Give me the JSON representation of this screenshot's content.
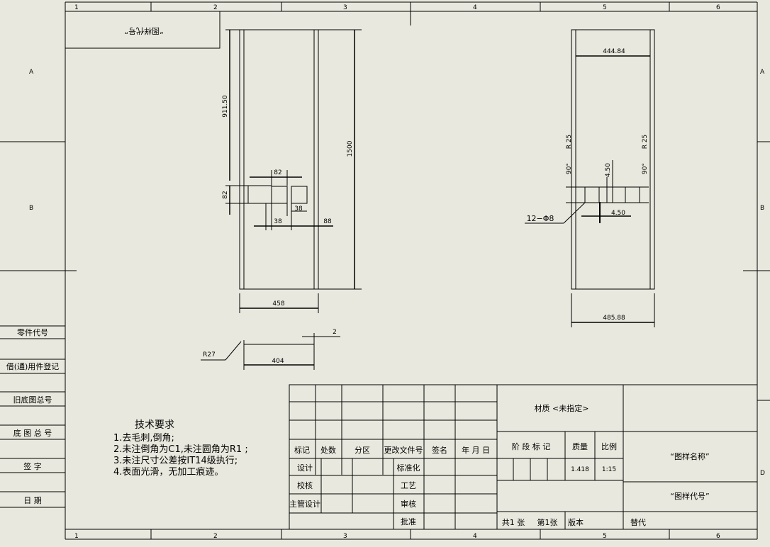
{
  "sheet": {
    "background": "#e9e8de",
    "line_color": "#000000",
    "col_zones": [
      "1",
      "2",
      "3",
      "4",
      "5",
      "6"
    ],
    "row_zones_left": [
      "A",
      "B"
    ],
    "row_zones_right": [
      "A",
      "B",
      "D"
    ]
  },
  "corner_box": {
    "text": "“图样代号”"
  },
  "views": {
    "front": {
      "dim_911": "911.50",
      "dim_1500": "1500",
      "dim_82_top": "82",
      "dim_82_left": "82",
      "dim_38a": "38",
      "dim_38b": "38",
      "dim_88": "88",
      "dim_458": "458"
    },
    "side": {
      "dim_444": "444.84",
      "dim_r25_left": "R 25",
      "dim_r25_right": "R 25",
      "dim_90_left": "90°",
      "dim_90_right": "90°",
      "dim_450_v": "4.50",
      "dim_450_h": "4.50",
      "dim_hole": "12−Φ8",
      "dim_485": "485.88"
    },
    "profile": {
      "dim_r27": "R27",
      "dim_2": "2",
      "dim_404": "404"
    }
  },
  "left_panel": [
    "零件代号",
    "借(通)用件登记",
    "旧底图总号",
    "底 图 总 号",
    "签   字",
    "日   期"
  ],
  "tech": {
    "title": "技术要求",
    "items": [
      "1.去毛刺,倒角;",
      "2.未注倒角为C1,未注圆角为R1 ;",
      "3.未注尺寸公差按IT14级执行;",
      "4.表面光滑，无加工痕迹。"
    ]
  },
  "title_block": {
    "rev_headers": [
      "标记",
      "处数",
      "分区",
      "更改文件号",
      "签名",
      "年 月 日"
    ],
    "row_labels": [
      "设计",
      "校核",
      "主管设计"
    ],
    "mid_labels": [
      "标准化",
      "工艺",
      "审核",
      "批准"
    ],
    "material": "材质 <未指定>",
    "stage_label": "阶 段 标 记",
    "weight_label": "质量",
    "scale_label": "比例",
    "weight": "1.418",
    "scale": "1:15",
    "drawing_name": "“图样名称”",
    "drawing_code": "“图样代号”",
    "sheet_total": "共1 张",
    "sheet_num": "第1张",
    "version": "版本",
    "replace": "替代"
  }
}
